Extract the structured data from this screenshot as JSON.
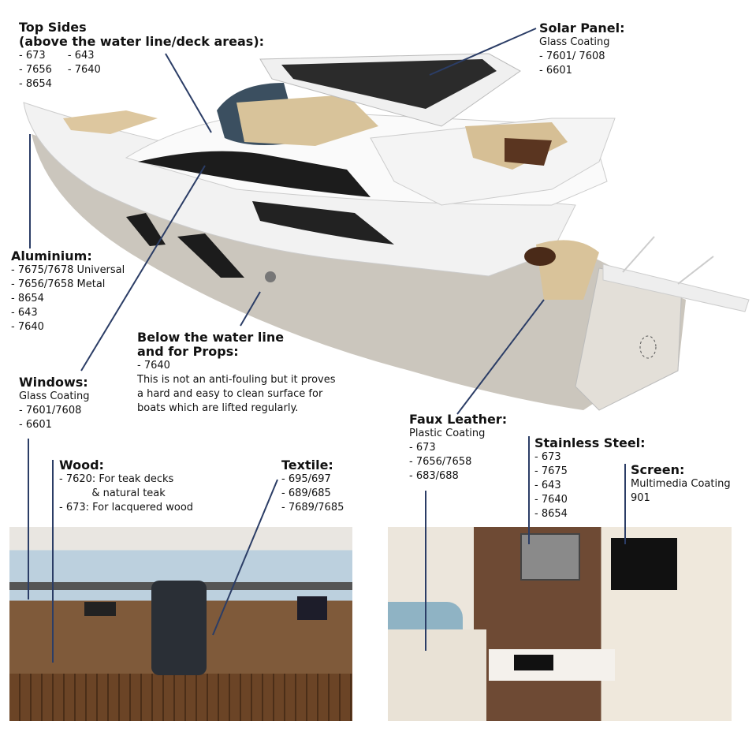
{
  "top_sides": {
    "title1": "Top Sides",
    "title2": "(above the water line/deck areas):",
    "col1": [
      "- 673",
      "- 7656",
      "- 8654"
    ],
    "col2": [
      "- 643",
      "- 7640"
    ]
  },
  "solar_panel": {
    "title": "Solar Panel:",
    "subtitle": "Glass Coating",
    "items": [
      "- 7601/ 7608",
      "- 6601"
    ]
  },
  "aluminium": {
    "title": "Aluminium:",
    "items": [
      "- 7675/7678 Universal",
      "- 7656/7658 Metal",
      "- 8654",
      "- 643",
      "- 7640"
    ]
  },
  "below_water": {
    "title1": "Below the water line",
    "title2": "and for Props:",
    "items": [
      "- 7640"
    ],
    "note": [
      "This is not an anti-fouling but it proves",
      "a hard and easy to clean surface for",
      "boats which are lifted regularly."
    ]
  },
  "windows": {
    "title": "Windows:",
    "subtitle": "Glass Coating",
    "items": [
      "- 7601/7608",
      "- 6601"
    ]
  },
  "faux_leather": {
    "title": "Faux Leather:",
    "subtitle": "Plastic Coating",
    "items": [
      "- 673",
      "- 7656/7658",
      "- 683/688"
    ]
  },
  "wood": {
    "title": "Wood:",
    "items": [
      "- 7620: For teak decks",
      "          & natural teak",
      "- 673: For lacquered wood"
    ]
  },
  "textile": {
    "title": "Textile:",
    "items": [
      "- 695/697",
      "- 689/685",
      "- 7689/7685"
    ]
  },
  "stainless_steel": {
    "title": "Stainless Steel:",
    "items": [
      "- 673",
      "- 7675",
      "- 643",
      "- 7640",
      "- 8654"
    ]
  },
  "screen": {
    "title": "Screen:",
    "subtitle": "Multimedia Coating",
    "items": [
      "901"
    ]
  },
  "colors": {
    "leader": "#2b3d66",
    "hull": "#c9c4bb",
    "deck": "#d9c49c",
    "wood": "#8a5a32"
  }
}
